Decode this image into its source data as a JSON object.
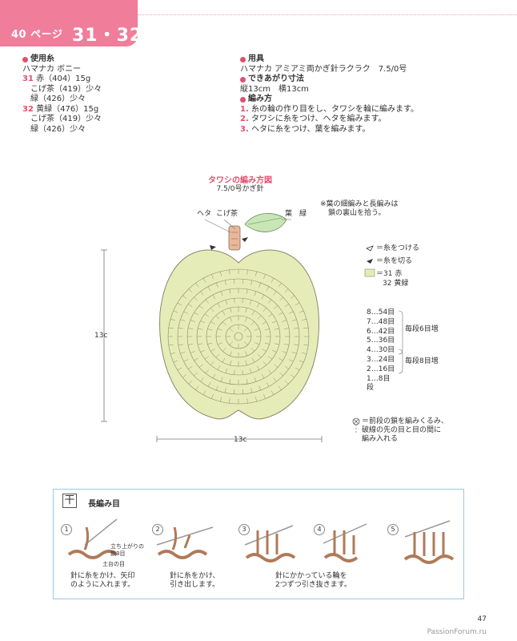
{
  "header": {
    "page_ref": "40 ページ",
    "pattern_nums": "31・32"
  },
  "yarn": {
    "title": "使用糸",
    "brand": "ハマナカ ボニー",
    "lines": [
      {
        "num": "31",
        "text": " 赤（404）15g"
      },
      {
        "num": "",
        "text": "こげ茶（419）少々"
      },
      {
        "num": "",
        "text": "緑（426）少々"
      },
      {
        "num": "32",
        "text": " 黄緑（476）15g"
      },
      {
        "num": "",
        "text": "こげ茶（419）少々"
      },
      {
        "num": "",
        "text": "緑（426）少々"
      }
    ]
  },
  "tools": {
    "title": "用具",
    "text": "ハマナカ アミアミ両かぎ針ラクラク　7.5/0号"
  },
  "size": {
    "title": "できあがり寸法",
    "text": "縦13cm　横13cm"
  },
  "method": {
    "title": "編み方",
    "steps": [
      {
        "n": "1.",
        "text": "糸の輪の作り目をし、タワシを輪に編みます。"
      },
      {
        "n": "2.",
        "text": "タワシに糸をつけ、ヘタを編みます。"
      },
      {
        "n": "3.",
        "text": "ヘタに糸をつけ、葉を編みます。"
      }
    ]
  },
  "diagram": {
    "title": "タワシの編み方図",
    "hook": "7.5/0号かぎ針",
    "label_heta": "ヘタ",
    "label_kogecha": "こげ茶",
    "label_ha": "葉",
    "label_midori": "緑",
    "note_line1": "※葉の細編みと長編みは",
    "note_line2": "鎖の裏山を拾う。",
    "dim_height": "13c",
    "dim_width": "13c",
    "legend_attach": "＝糸をつける",
    "legend_cut": "＝糸を切る",
    "legend_color_a": "＝31 赤",
    "legend_color_b": "32 黄緑",
    "rows": [
      "8…54目",
      "7…48目",
      "6…42目",
      "5…36目",
      "4…30目",
      "3…24目",
      "2…16目",
      "1…8目"
    ],
    "row_label": "段",
    "inc6": "毎段6目増",
    "inc8": "毎段8目増",
    "special_line1": "＝前段の鎖を編みくるみ、",
    "special_line2": "破線の先の目と目の間に",
    "special_line3": "編み入れる",
    "colors": {
      "fill": "#e6ecb8",
      "outline": "#8a8a6a",
      "accent": "#e0506e",
      "box": "#9bc8e8"
    }
  },
  "stitch": {
    "title": "長編み目",
    "step1_note_line1": "立ち上がりの",
    "step1_note_line2": "鎖3目",
    "step1_note2": "土台の目",
    "steps": [
      {
        "num": "1",
        "line1": "針に糸をかけ、矢印",
        "line2": "のように入れます。"
      },
      {
        "num": "2",
        "line1": "針に糸をかけ、",
        "line2": "引き出します。"
      },
      {
        "num": "3",
        "line1": "",
        "line2": ""
      },
      {
        "num": "4",
        "line1": "",
        "line2": ""
      },
      {
        "num": "5",
        "line1": "",
        "line2": ""
      }
    ],
    "step34_line1": "針にかかっている輪を",
    "step34_line2": "2つずつ引き抜きます。"
  },
  "page_number": "47",
  "watermark": "PassionForum.ru"
}
